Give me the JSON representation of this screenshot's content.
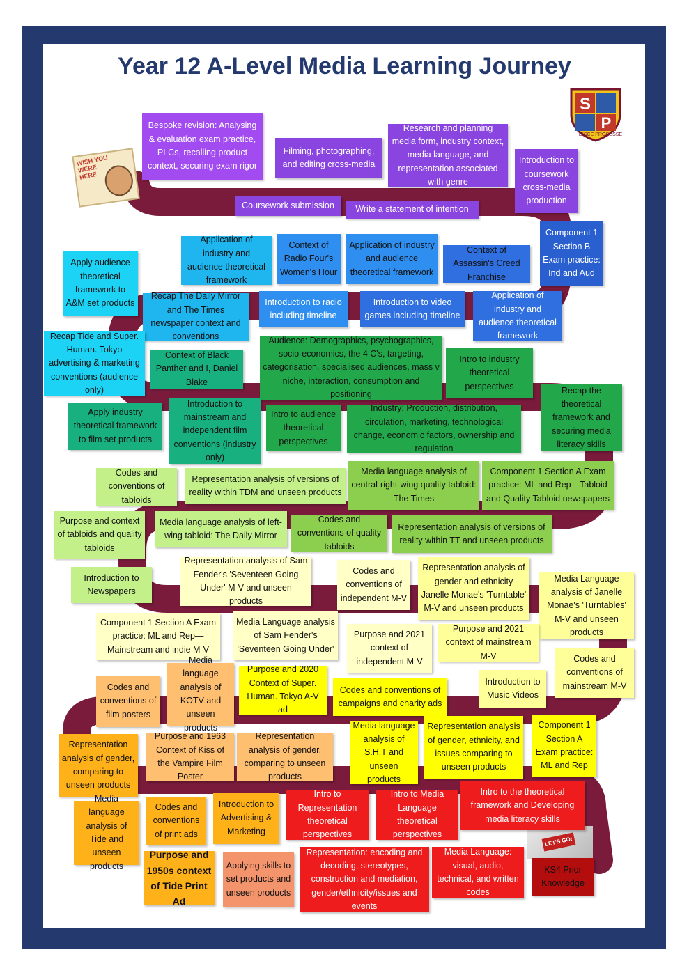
{
  "title": "Year 12 A-Level Media Learning Journey",
  "logo": {
    "letters": [
      "S",
      "P"
    ],
    "motto": "DISCE PROCESSE"
  },
  "postcard": {
    "text": "WISH YOU WERE HERE"
  },
  "keyboard": {
    "key_text": "LET'S GO!"
  },
  "colors": {
    "frame": "#243a6e",
    "road": "#7a1b3c",
    "title": "#243a6e",
    "purple": "#a14bf0",
    "violet": "#8a44e0",
    "blue": "#2f6fe0",
    "sky": "#3b9cf2",
    "cyan": "#1cd3f5",
    "green": "#22a84a",
    "teal": "#17b07e",
    "lightgreen": "#8ccf4e",
    "palegreen": "#c4f08a",
    "cream": "#ffffc6",
    "yellow": "#ffff00",
    "orange": "#ffb11a",
    "peach": "#ffbf70",
    "salmon": "#f4946c",
    "red": "#ee1c1c",
    "darkred": "#b40d0d"
  },
  "boxes": [
    {
      "id": "bespoke-revision",
      "text": "Bespoke revision: Analysing & evaluation exam practice, PLCs, recalling product context, securing exam rigor",
      "color": "#a14bf0",
      "light": true
    },
    {
      "id": "filming",
      "text": "Filming, photographing, and editing cross-media",
      "color": "#8a44e0",
      "light": true
    },
    {
      "id": "research-planning",
      "text": "Research and planning media form, industry context, media language, and representation associated with genre",
      "color": "#8a44e0",
      "light": true
    },
    {
      "id": "intro-coursework",
      "text": "Introduction to coursework cross-media production",
      "color": "#8a44e0",
      "light": true
    },
    {
      "id": "coursework-submission",
      "text": "Coursework submission",
      "color": "#8a44e0",
      "light": true
    },
    {
      "id": "statement-intention",
      "text": "Write a statement of intention",
      "color": "#8a44e0",
      "light": true
    },
    {
      "id": "comp1-b-exam",
      "text": "Component 1 Section B Exam practice: Ind and Aud",
      "color": "#2a5fd0",
      "light": true
    },
    {
      "id": "apply-audience-am",
      "text": "Apply audience theoretical framework to A&M set products",
      "color": "#1cd3f5",
      "light": false
    },
    {
      "id": "app-industry-1",
      "text": "Application of industry and audience theoretical framework",
      "color": "#1fb6f0",
      "light": false
    },
    {
      "id": "context-radio-four",
      "text": "Context of Radio Four's Women's Hour",
      "color": "#2f8ff0",
      "light": false
    },
    {
      "id": "app-industry-2",
      "text": "Application of industry and audience theoretical framework",
      "color": "#2f8ff0",
      "light": false
    },
    {
      "id": "context-assassins",
      "text": "Context of Assassin's Creed Franchise",
      "color": "#2f6fe0",
      "light": false
    },
    {
      "id": "recap-mirror-times",
      "text": "Recap The Daily Mirror and The Times newspaper context and conventions",
      "color": "#1fb6f0",
      "light": false
    },
    {
      "id": "intro-radio",
      "text": "Introduction to radio including timeline",
      "color": "#2f8ff0",
      "light": true
    },
    {
      "id": "intro-video-games",
      "text": "Introduction to video games including timeline",
      "color": "#2f6fe0",
      "light": true
    },
    {
      "id": "app-industry-3",
      "text": "Application of industry and audience theoretical framework",
      "color": "#2f6fe0",
      "light": true
    },
    {
      "id": "recap-tide",
      "text": "Recap Tide and Super. Human. Tokyo advertising & marketing conventions (audience only)",
      "color": "#1cd3f5",
      "light": false
    },
    {
      "id": "context-black-panther",
      "text": "Context of Black Panther and I, Daniel Blake",
      "color": "#17b07e",
      "light": false
    },
    {
      "id": "audience-demographics",
      "text": "Audience: Demographics, psychographics, socio-economics, the 4 C's, targeting, categorisation, specialised audiences, mass v niche, interaction, consumption and positioning",
      "color": "#22a84a",
      "light": false
    },
    {
      "id": "intro-industry-persp",
      "text": "Intro to industry theoretical perspectives",
      "color": "#22a84a",
      "light": false
    },
    {
      "id": "recap-theoretical",
      "text": "Recap the theoretical framework and securing media literacy skills",
      "color": "#22a84a",
      "light": false
    },
    {
      "id": "apply-industry-film",
      "text": "Apply industry theoretical framework to film set products",
      "color": "#17b07e",
      "light": false
    },
    {
      "id": "intro-mainstream-indep",
      "text": "Introduction to mainstream and independent film conventions (industry only)",
      "color": "#17b07e",
      "light": false
    },
    {
      "id": "intro-audience-persp",
      "text": "Intro to audience theoretical perspectives",
      "color": "#22a84a",
      "light": false
    },
    {
      "id": "industry-production",
      "text": "Industry: Production, distribution, circulation, marketing, technological change, economic factors, ownership and regulation",
      "color": "#22a84a",
      "light": false
    },
    {
      "id": "codes-tabloids",
      "text": "Codes and conventions of tabloids",
      "color": "#c4f08a",
      "light": false
    },
    {
      "id": "rep-tdm",
      "text": "Representation analysis of versions of reality within TDM and unseen products",
      "color": "#c4f08a",
      "light": false
    },
    {
      "id": "ml-times",
      "text": "Media language analysis of central-right-wing quality tabloid: The Times",
      "color": "#8ccf4e",
      "light": false
    },
    {
      "id": "comp1-a-tabloid",
      "text": "Component 1 Section A Exam practice: ML and Rep—Tabloid and Quality Tabloid newspapers",
      "color": "#8ccf4e",
      "light": false
    },
    {
      "id": "purpose-tabloids",
      "text": "Purpose and context of tabloids and quality tabloids",
      "color": "#c4f08a",
      "light": false
    },
    {
      "id": "ml-daily-mirror",
      "text": "Media language analysis of left-wing tabloid: The Daily Mirror",
      "color": "#c4f08a",
      "light": false
    },
    {
      "id": "codes-quality-tabloids",
      "text": "Codes and conventions of quality tabloids",
      "color": "#8ccf4e",
      "light": false
    },
    {
      "id": "rep-tt",
      "text": "Representation analysis of versions of reality within TT and unseen products",
      "color": "#8ccf4e",
      "light": false
    },
    {
      "id": "intro-newspapers",
      "text": "Introduction to Newspapers",
      "color": "#c4f08a",
      "light": false
    },
    {
      "id": "rep-sam-fender",
      "text": "Representation analysis of Sam Fender's 'Seventeen Going Under' M-V and unseen products",
      "color": "#ffffc6",
      "light": false
    },
    {
      "id": "codes-indep-mv",
      "text": "Codes and conventions of independent M-V",
      "color": "#ffffc6",
      "light": false
    },
    {
      "id": "rep-janelle",
      "text": "Representation analysis of gender and ethnicity Janelle Monae's 'Turntable' M-V and unseen products",
      "color": "#ffff9a",
      "light": false
    },
    {
      "id": "ml-janelle",
      "text": "Media Language analysis of Janelle Monae's 'Turntables' M-V and unseen products",
      "color": "#ffff9a",
      "light": false
    },
    {
      "id": "comp1-a-mv",
      "text": "Component 1 Section A Exam practice: ML and Rep—Mainstream and indie M-V",
      "color": "#ffffc6",
      "light": false
    },
    {
      "id": "ml-sam-fender",
      "text": "Media Language analysis of Sam Fender's 'Seventeen Going Under'",
      "color": "#ffffc6",
      "light": false
    },
    {
      "id": "purpose-indep-mv",
      "text": "Purpose and 2021 context of independent M-V",
      "color": "#ffffc6",
      "light": false
    },
    {
      "id": "purpose-mainstream-mv",
      "text": "Purpose and 2021 context of mainstream M-V",
      "color": "#ffff9a",
      "light": false
    },
    {
      "id": "codes-mainstream-mv",
      "text": "Codes and conventions of mainstream M-V",
      "color": "#ffff9a",
      "light": false
    },
    {
      "id": "codes-film-posters",
      "text": "Codes and conventions of film posters",
      "color": "#ffbf70",
      "light": false
    },
    {
      "id": "ml-kotv",
      "text": "Media language analysis of KOTV and unseen products",
      "color": "#ffbf70",
      "light": false
    },
    {
      "id": "purpose-super-human",
      "text": "Purpose and 2020 Context of Super. Human. Tokyo A-V ad",
      "color": "#ffff00",
      "light": false
    },
    {
      "id": "codes-campaigns",
      "text": "Codes and conventions of campaigns and charity ads",
      "color": "#ffff00",
      "light": false
    },
    {
      "id": "intro-music-videos",
      "text": "Introduction to Music Videos",
      "color": "#ffff9a",
      "light": false
    },
    {
      "id": "rep-gender-comparing",
      "text": "Representation analysis of gender, comparing to unseen products",
      "color": "#ffb11a",
      "light": false
    },
    {
      "id": "purpose-kiss-vampire",
      "text": "Purpose and 1963 Context of Kiss of the Vampire Film Poster",
      "color": "#ffbf70",
      "light": false
    },
    {
      "id": "rep-gender-comparing-2",
      "text": "Representation analysis of gender, comparing to unseen products",
      "color": "#ffbf70",
      "light": false
    },
    {
      "id": "ml-sht",
      "text": "Media language analysis of S.H.T and unseen products",
      "color": "#ffff00",
      "light": false
    },
    {
      "id": "rep-gender-ethnicity",
      "text": "Representation analysis of gender, ethnicity, and issues comparing to unseen products",
      "color": "#ffff00",
      "light": false
    },
    {
      "id": "comp1-a-ml-rep",
      "text": "Component 1 Section A Exam practice: ML and Rep",
      "color": "#ffff00",
      "light": false
    },
    {
      "id": "ml-tide",
      "text": "Media language analysis of Tide and unseen products",
      "color": "#ffb11a",
      "light": false
    },
    {
      "id": "codes-print-ads",
      "text": "Codes and conventions of print ads",
      "color": "#ffb11a",
      "light": false
    },
    {
      "id": "intro-advertising",
      "text": "Introduction to Advertising & Marketing",
      "color": "#ffb11a",
      "light": false
    },
    {
      "id": "intro-rep-persp",
      "text": "Intro to Representation theoretical perspectives",
      "color": "#ee1c1c",
      "light": true
    },
    {
      "id": "intro-ml-persp",
      "text": "Intro to Media Language theoretical perspectives",
      "color": "#ee1c1c",
      "light": true
    },
    {
      "id": "intro-framework",
      "text": "Intro to the theoretical framework and Developing media literacy skills",
      "color": "#ee1c1c",
      "light": true
    },
    {
      "id": "purpose-tide-1950s",
      "text": "Purpose and 1950s context of Tide Print Ad",
      "color": "#ffb11a",
      "light": false
    },
    {
      "id": "applying-skills",
      "text": "Applying skills to set products and unseen products",
      "color": "#f4946c",
      "light": false
    },
    {
      "id": "representation-encoding",
      "text": "Representation: encoding and decoding, stereotypes, construction and mediation, gender/ethnicity/issues and events",
      "color": "#ee1c1c",
      "light": true
    },
    {
      "id": "ml-visual-audio",
      "text": "Media Language: visual, audio, technical, and written codes",
      "color": "#ee1c1c",
      "light": true
    },
    {
      "id": "ks4-prior",
      "text": "KS4 Prior Knowledge",
      "color": "#b40d0d",
      "light": false
    }
  ]
}
